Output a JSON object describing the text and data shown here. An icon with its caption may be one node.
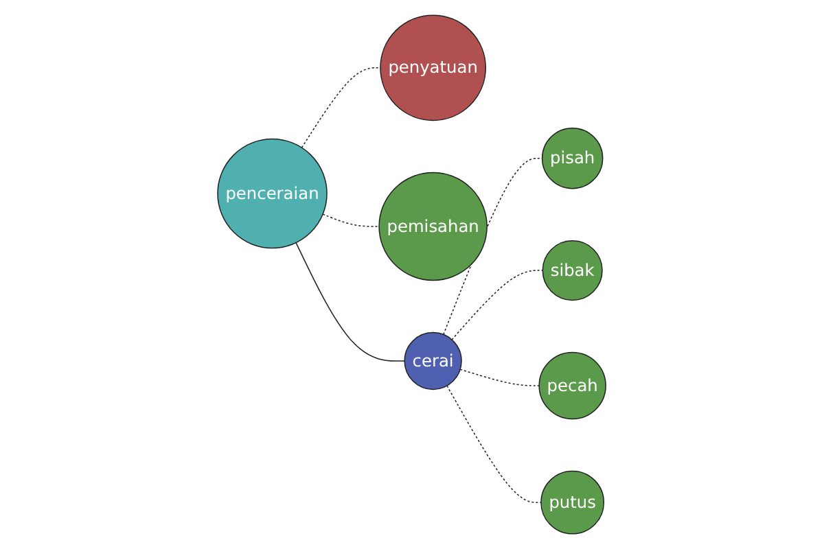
{
  "diagram": {
    "nodes": [
      {
        "text": [
          "penyatuan"
        ]
      },
      {
        "text": [
          "pemisahan"
        ]
      },
      {
        "text": [
          "penceraian"
        ]
      },
      {
        "text": [
          "pisah"
        ]
      },
      {
        "text": [
          "cerai"
        ]
      },
      {
        "text": [
          "sibak"
        ]
      },
      {
        "text": [
          "pecah"
        ]
      },
      {
        "text": [
          "putus"
        ]
      }
    ],
    "edges": [
      {
        "from": 2,
        "to": 1,
        "arrow": "none",
        "style": "dashed"
      },
      {
        "from": 2,
        "to": 0,
        "arrow": "none",
        "style": "dashed"
      },
      {
        "from": 2,
        "to": 4,
        "arrow": "none"
      },
      {
        "from": 4,
        "to": 3,
        "arrow": "none",
        "style": "dashed"
      },
      {
        "from": 4,
        "to": 5,
        "arrow": "none",
        "style": "dashed"
      },
      {
        "from": 4,
        "to": 6,
        "arrow": "none",
        "style": "dashed"
      },
      {
        "from": 4,
        "to": 7,
        "arrow": "none",
        "style": "dashed"
      }
    ]
  }
}
